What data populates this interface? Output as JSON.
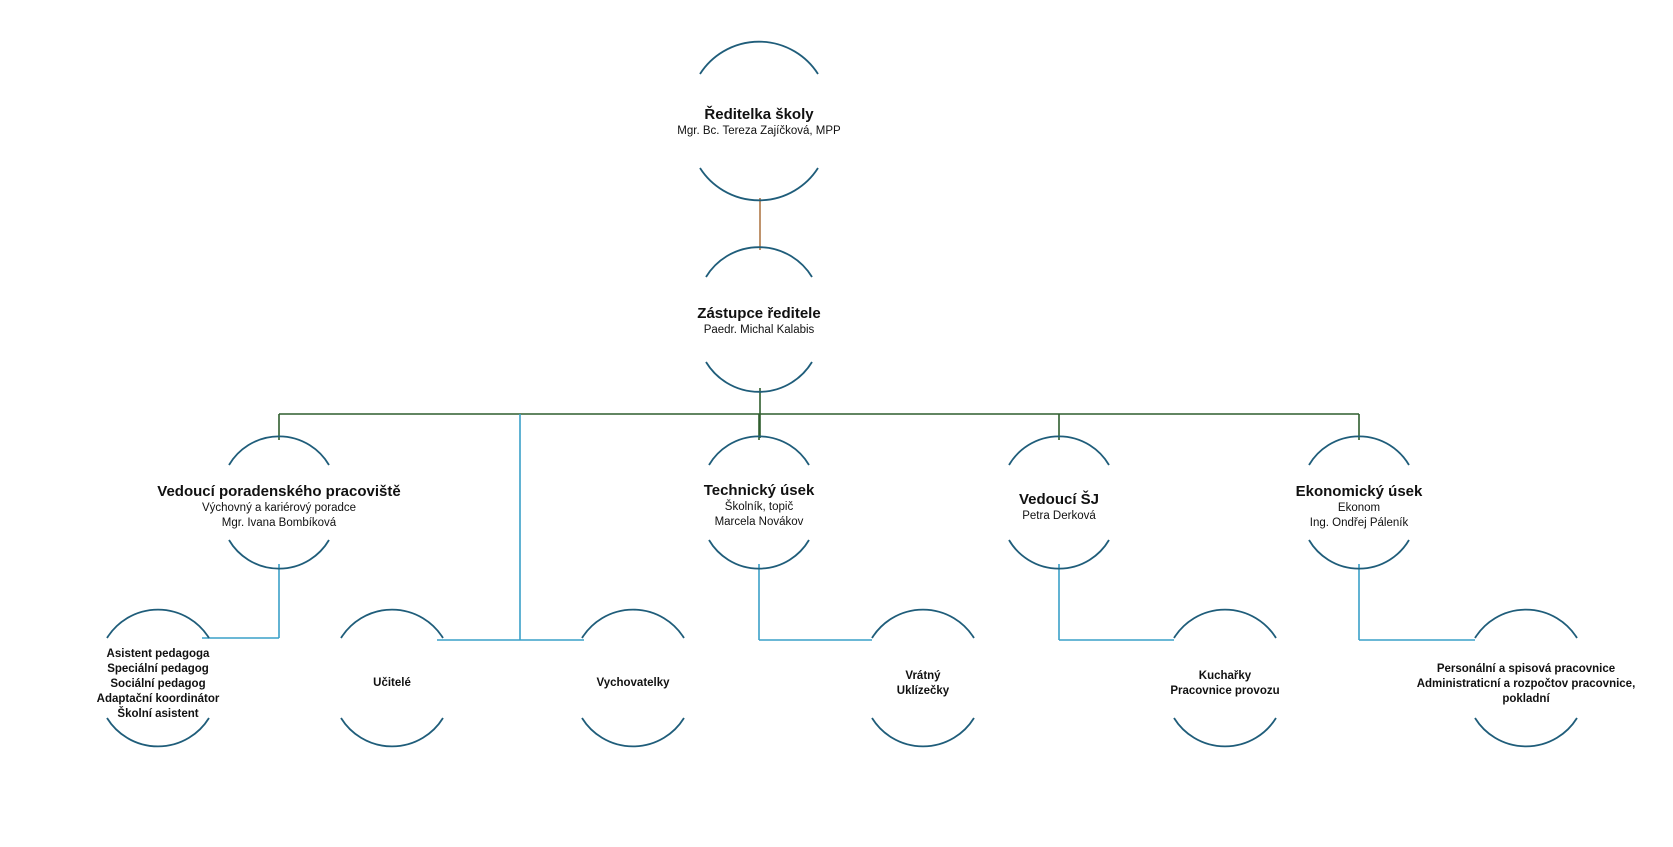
{
  "colors": {
    "arc": "#1f5d7a",
    "top_connector": "#b07a48",
    "main_connector": "#2f5e2e",
    "sub_connector": "#3aa0c8"
  },
  "nodes": {
    "director": {
      "title": "Ředitelka školy",
      "lines": [
        "Mgr. Bc. Tereza Zajíčková, MPP"
      ]
    },
    "deputy": {
      "title": "Zástupce ředitele",
      "lines": [
        "Paedr. Michal Kalabis"
      ]
    },
    "counseling": {
      "title": "Vedoucí poradenského pracoviště",
      "lines": [
        "Výchovný a kariérový poradce",
        "Mgr. Ivana Bombíková"
      ]
    },
    "technical": {
      "title": "Technický úsek",
      "lines": [
        "Školník, topič",
        "Marcela Novákov"
      ]
    },
    "canteen": {
      "title": "Vedoucí ŠJ",
      "lines": [
        "Petra Derková"
      ]
    },
    "economic": {
      "title": "Ekonomický úsek",
      "lines": [
        "Ekonom",
        "Ing. Ondřej Páleník"
      ]
    },
    "assistants": {
      "lines": [
        "Asistent pedagoga",
        "Speciální pedagog",
        "Sociální pedagog",
        "Adaptační koordinátor",
        "Školní asistent"
      ]
    },
    "teachers": {
      "lines": [
        "Učitelé"
      ]
    },
    "educators": {
      "lines": [
        "Vychovatelky"
      ]
    },
    "porters": {
      "lines": [
        "Vrátný",
        "Uklízečky"
      ]
    },
    "cooks": {
      "lines": [
        "Kuchařky",
        "Pracovnice provozu"
      ]
    },
    "admin": {
      "lines": [
        "Personální a spisová pracovnice",
        "Administraticní a rozpočtov pracovnice,",
        "pokladní"
      ]
    }
  }
}
